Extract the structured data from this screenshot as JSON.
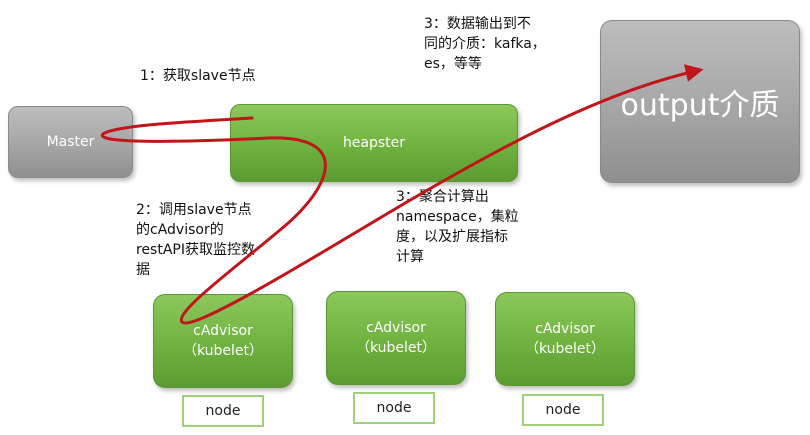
{
  "nodes": {
    "master": "Master",
    "heapster": "heapster",
    "output": "output介质",
    "cadvisors": [
      {
        "line1": "cAdvisor",
        "line2": "（kubelet）",
        "node": "node"
      },
      {
        "line1": "cAdvisor",
        "line2": "（kubelet）",
        "node": "node"
      },
      {
        "line1": "cAdvisor",
        "line2": "（kubelet）",
        "node": "node"
      }
    ]
  },
  "notes": {
    "step1": [
      "1：获取slave节点"
    ],
    "step2": [
      "2：调用slave节点",
      "的cAdvisor的",
      "restAPI获取监控数",
      "据"
    ],
    "step3_output": [
      "3：数据输出到不",
      "同的介质：kafka，",
      "es，等等"
    ],
    "step3_aggregate": [
      "3：聚合计算出",
      "namespace，集粒",
      "度，以及扩展指标",
      "计算"
    ]
  },
  "colors": {
    "gray_box": "#a6a6a6",
    "green_box": "#6fb23f",
    "arrow": "#c0151a",
    "node_border": "#9fd07a"
  }
}
